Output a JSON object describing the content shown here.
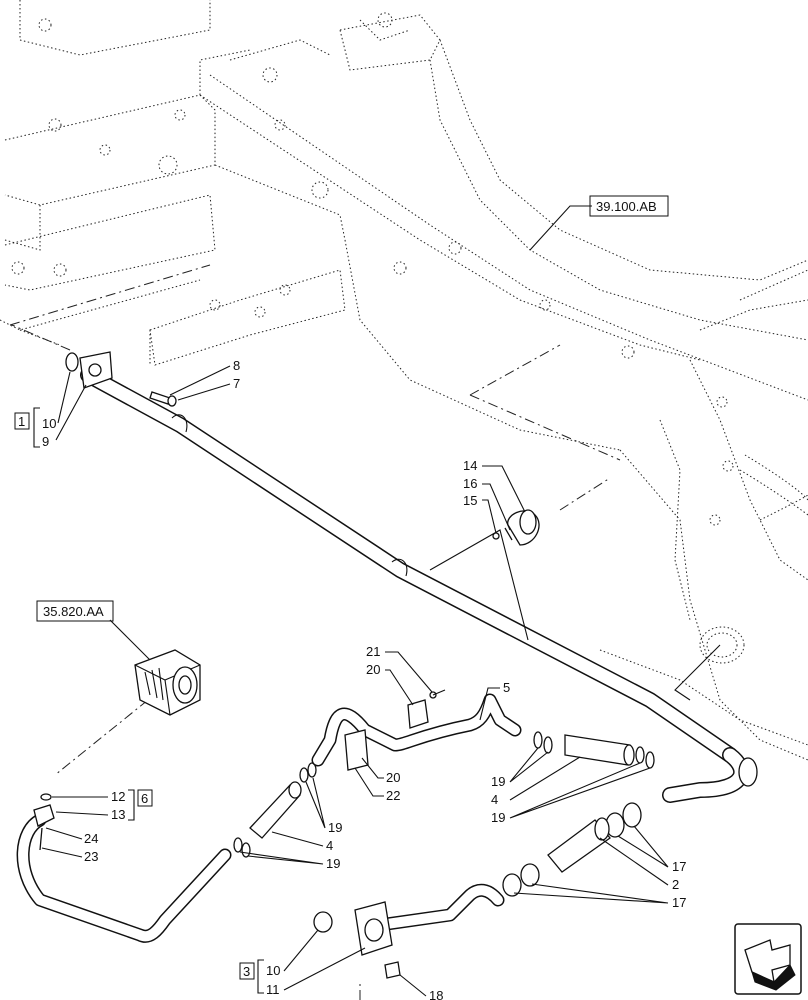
{
  "references": {
    "frame_ref": "39.100.AB",
    "pump_ref": "35.820.AA"
  },
  "groups": {
    "group_1": "1",
    "group_3": "3",
    "group_6": "6"
  },
  "callouts": {
    "c2": "2",
    "c4a": "4",
    "c4b": "4",
    "c5": "5",
    "c7": "7",
    "c8": "8",
    "c9": "9",
    "c10a": "10",
    "c10b": "10",
    "c11": "11",
    "c12": "12",
    "c13": "13",
    "c14": "14",
    "c15": "15",
    "c16": "16",
    "c17a": "17",
    "c17b": "17",
    "c18": "18",
    "c19a": "19",
    "c19b": "19",
    "c19c": "19",
    "c19d": "19",
    "c20a": "20",
    "c20b": "20",
    "c21": "21",
    "c22": "22",
    "c23": "23",
    "c24": "24"
  },
  "icons": {
    "nav_arrow": "next-page-arrow-icon"
  }
}
